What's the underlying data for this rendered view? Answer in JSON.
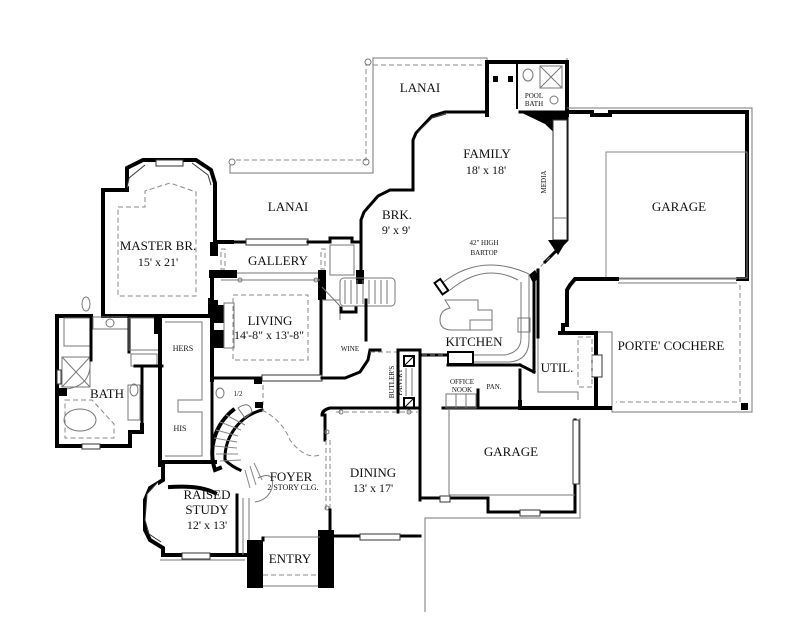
{
  "plan": {
    "background": "#ffffff",
    "wall_color": "#000000",
    "rooms": [
      {
        "id": "lanai-top",
        "name": "LANAI",
        "dims": ""
      },
      {
        "id": "pool-bath",
        "name": "POOL",
        "name2": "BATH",
        "dims": ""
      },
      {
        "id": "family",
        "name": "FAMILY",
        "dims": "18' x 18'"
      },
      {
        "id": "media",
        "name": "MEDIA",
        "dims": ""
      },
      {
        "id": "garage-top",
        "name": "GARAGE",
        "dims": ""
      },
      {
        "id": "lanai-left",
        "name": "LANAI",
        "dims": ""
      },
      {
        "id": "master-br",
        "name": "MASTER BR.",
        "dims": "15' x 21'"
      },
      {
        "id": "brk",
        "name": "BRK.",
        "dims": "9' x 9'"
      },
      {
        "id": "bartop",
        "name": "42\" HIGH",
        "name2": "BARTOP",
        "dims": ""
      },
      {
        "id": "gallery",
        "name": "GALLERY",
        "dims": ""
      },
      {
        "id": "living",
        "name": "LIVING",
        "dims": "14'-8\" x 13'-8\""
      },
      {
        "id": "hers",
        "name": "HERS",
        "dims": ""
      },
      {
        "id": "his",
        "name": "HIS",
        "dims": ""
      },
      {
        "id": "bath",
        "name": "BATH",
        "dims": ""
      },
      {
        "id": "wine",
        "name": "WINE",
        "dims": ""
      },
      {
        "id": "kitchen",
        "name": "KITCHEN",
        "dims": ""
      },
      {
        "id": "porte-cochere",
        "name": "PORTE' COCHERE",
        "dims": ""
      },
      {
        "id": "util",
        "name": "UTIL.",
        "dims": ""
      },
      {
        "id": "butlers-pantry",
        "name": "BUTLER'S",
        "name2": "PANTRY",
        "dims": ""
      },
      {
        "id": "office-nook",
        "name": "OFFICE",
        "name2": "NOOK",
        "dims": ""
      },
      {
        "id": "pan",
        "name": "PAN.",
        "dims": ""
      },
      {
        "id": "half-bath",
        "name": "1/2",
        "dims": ""
      },
      {
        "id": "garage-bottom",
        "name": "GARAGE",
        "dims": ""
      },
      {
        "id": "foyer",
        "name": "FOYER",
        "dims": "2 STORY CLG."
      },
      {
        "id": "dining",
        "name": "DINING",
        "dims": "13' x 17'"
      },
      {
        "id": "raised-study",
        "name": "RAISED",
        "name2": "STUDY",
        "dims": "12' x 13'"
      },
      {
        "id": "entry",
        "name": "ENTRY",
        "dims": ""
      }
    ]
  }
}
